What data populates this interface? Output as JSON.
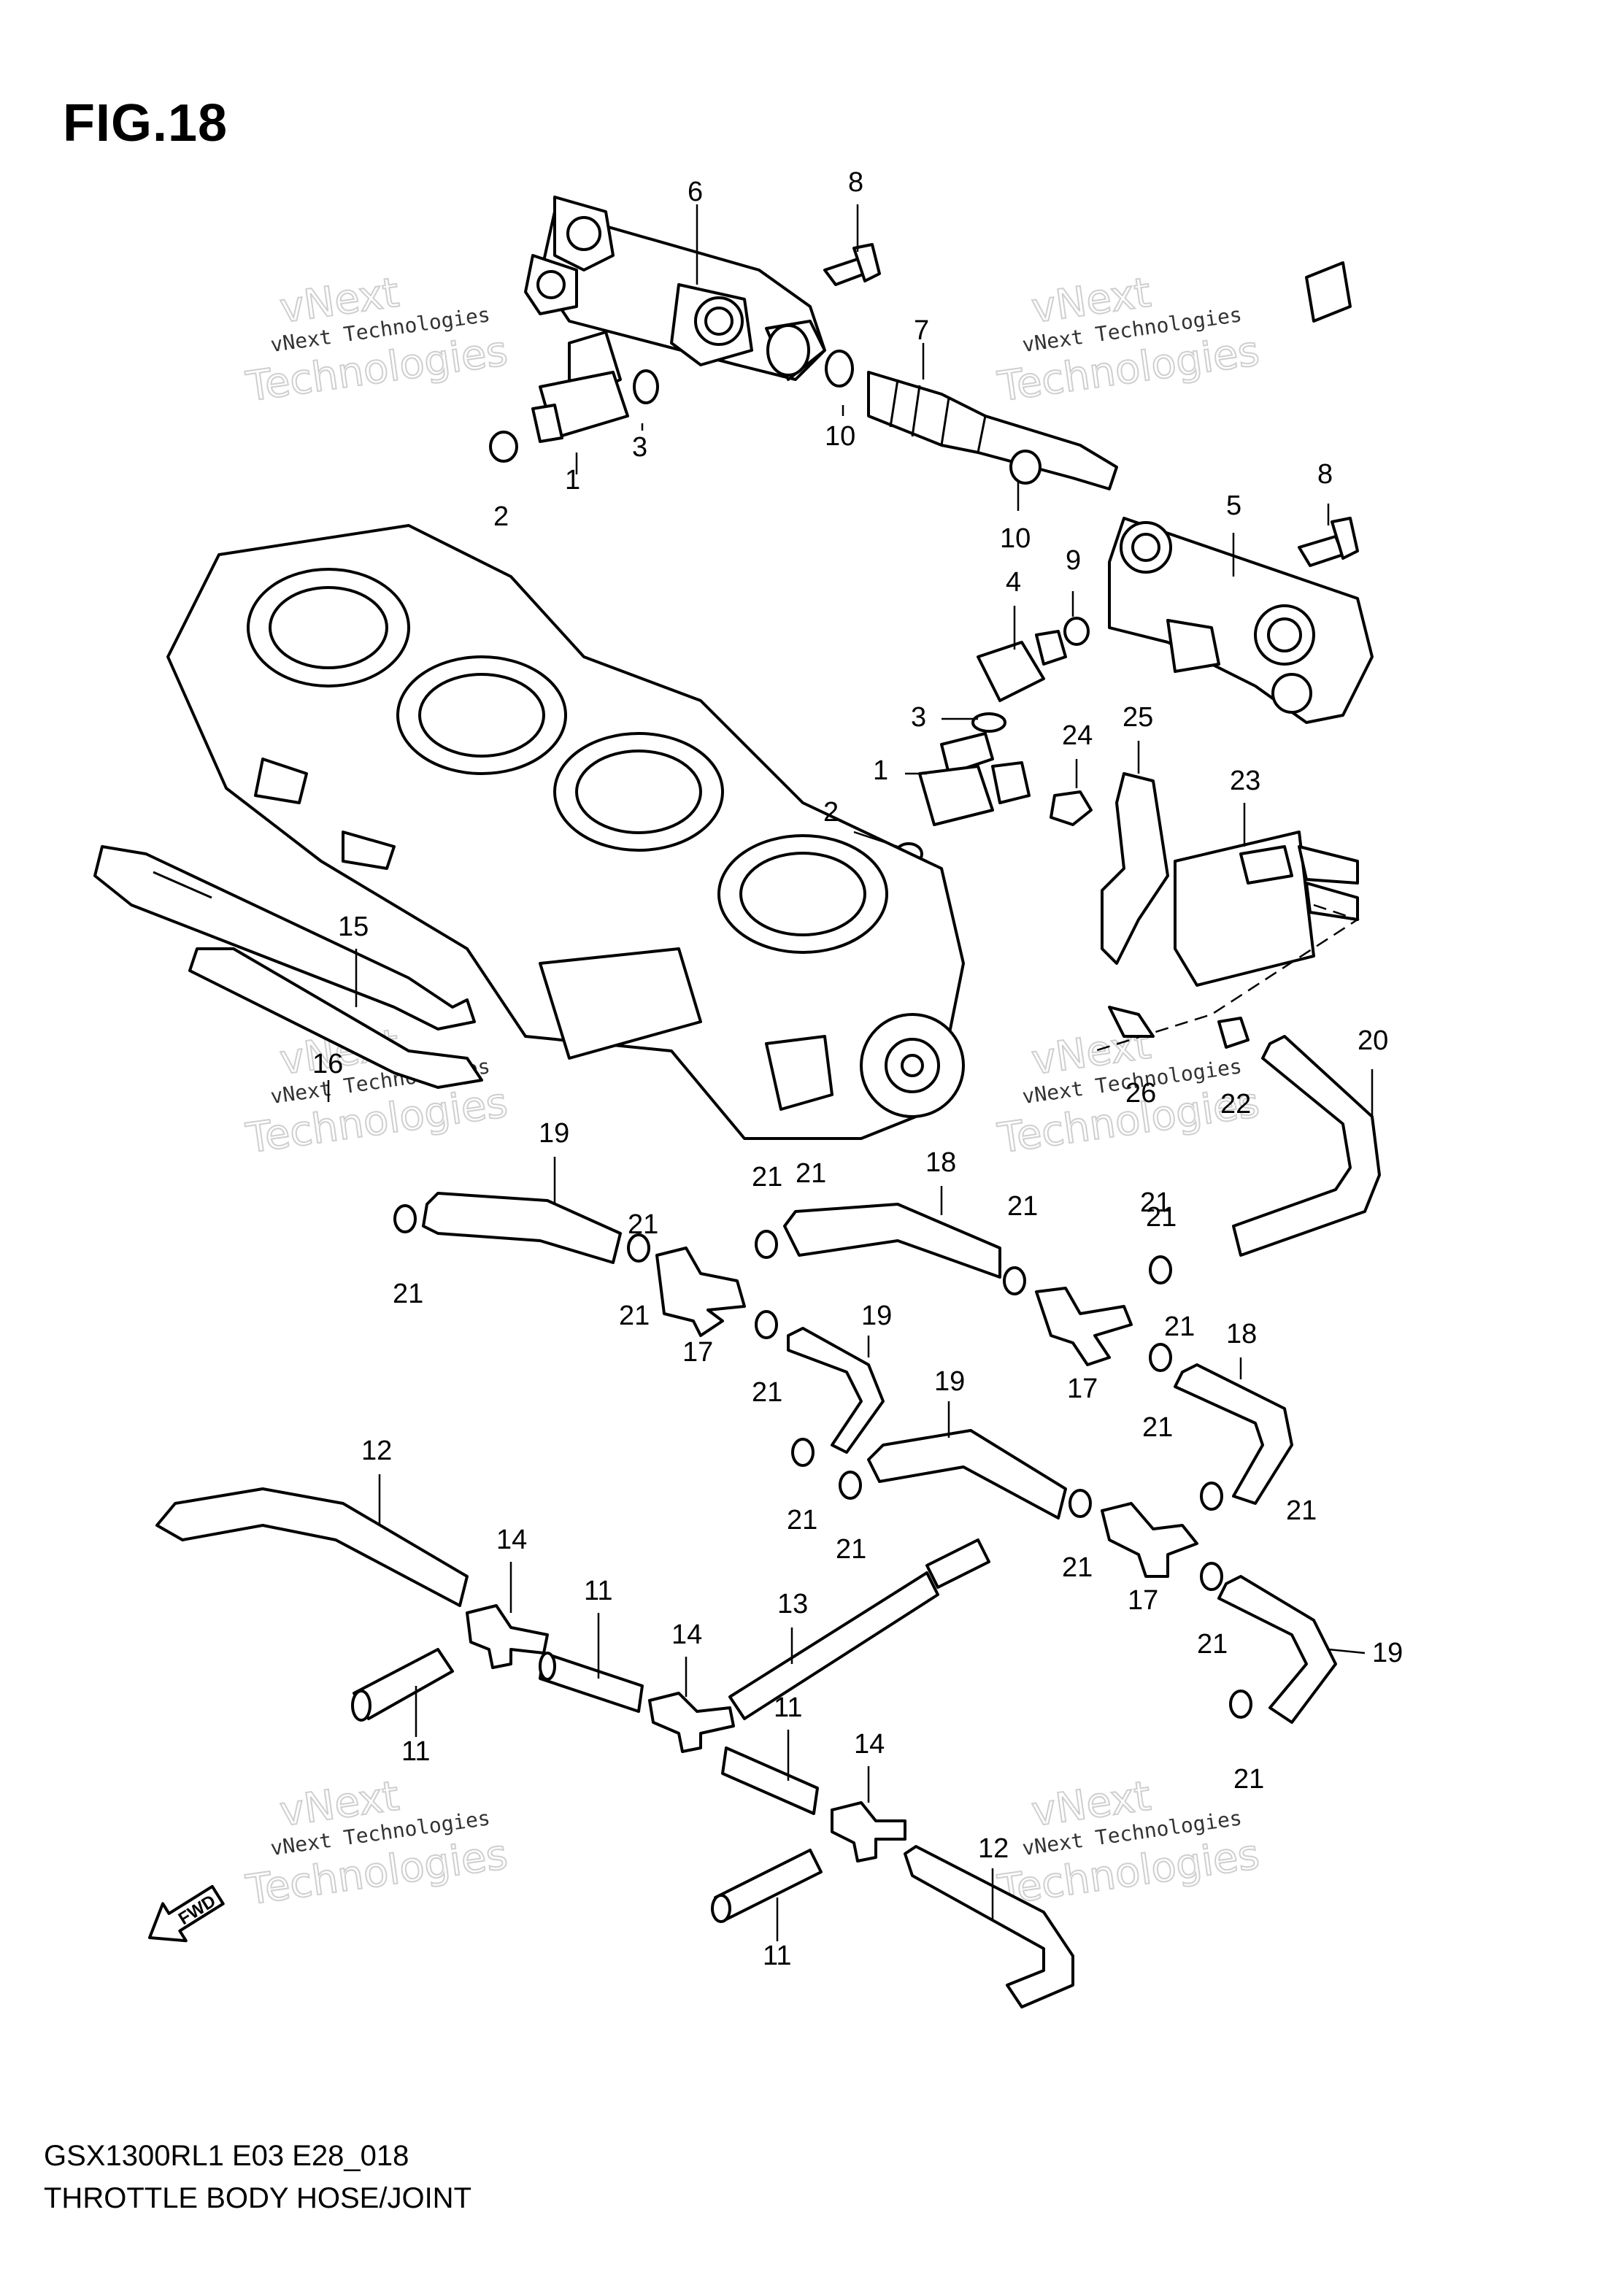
{
  "figure": {
    "title": "FIG.18",
    "model_code": "GSX1300RL1 E03 E28_018",
    "assembly_name": "THROTTLE BODY HOSE/JOINT",
    "direction_label": "FWD"
  },
  "watermark": {
    "line1": "vNext Technologies",
    "ghost_top": "vNext",
    "ghost_bottom": "Technologies"
  },
  "callouts": [
    "1",
    "1",
    "2",
    "2",
    "3",
    "3",
    "4",
    "5",
    "6",
    "7",
    "8",
    "8",
    "9",
    "10",
    "10",
    "11",
    "11",
    "11",
    "11",
    "12",
    "12",
    "13",
    "14",
    "14",
    "14",
    "15",
    "16",
    "17",
    "17",
    "17",
    "18",
    "18",
    "19",
    "19",
    "19",
    "19",
    "20",
    "21",
    "21",
    "21",
    "21",
    "21",
    "21",
    "21",
    "21",
    "21",
    "21",
    "21",
    "21",
    "21",
    "21",
    "21",
    "21",
    "21",
    "22",
    "23",
    "24",
    "25",
    "26"
  ]
}
